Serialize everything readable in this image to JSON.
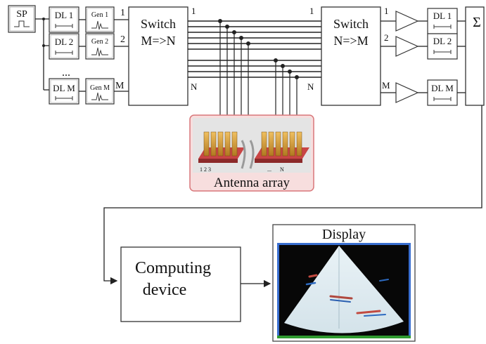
{
  "blocks": {
    "sp": "SP",
    "dl_in_1": "DL 1",
    "dl_in_2": "DL 2",
    "dl_in_m": "DL M",
    "gen_1": "Gen 1",
    "gen_2": "Gen 2",
    "gen_m": "Gen M",
    "ellipsis": "...",
    "switch_left_line1": "Switch",
    "switch_left_line2": "M=>N",
    "switch_right_line1": "Switch",
    "switch_right_line2": "N=>M",
    "dl_out_1": "DL 1",
    "dl_out_2": "DL 2",
    "dl_out_m": "DL M",
    "sum": "Σ",
    "computing_line1": "Computing",
    "computing_line2": "device",
    "display": "Display",
    "antenna": "Antenna array"
  },
  "port_labels": {
    "left_in_1": "1",
    "left_in_2": "2",
    "left_in_m": "M",
    "left_out_1": "1",
    "left_out_n": "N",
    "right_in_1": "1",
    "right_in_n": "N",
    "right_out_1": "1",
    "right_out_2": "2",
    "right_out_m": "M"
  },
  "antenna_numbers": {
    "first": "1 2 3",
    "gap": "...",
    "last": "N"
  }
}
